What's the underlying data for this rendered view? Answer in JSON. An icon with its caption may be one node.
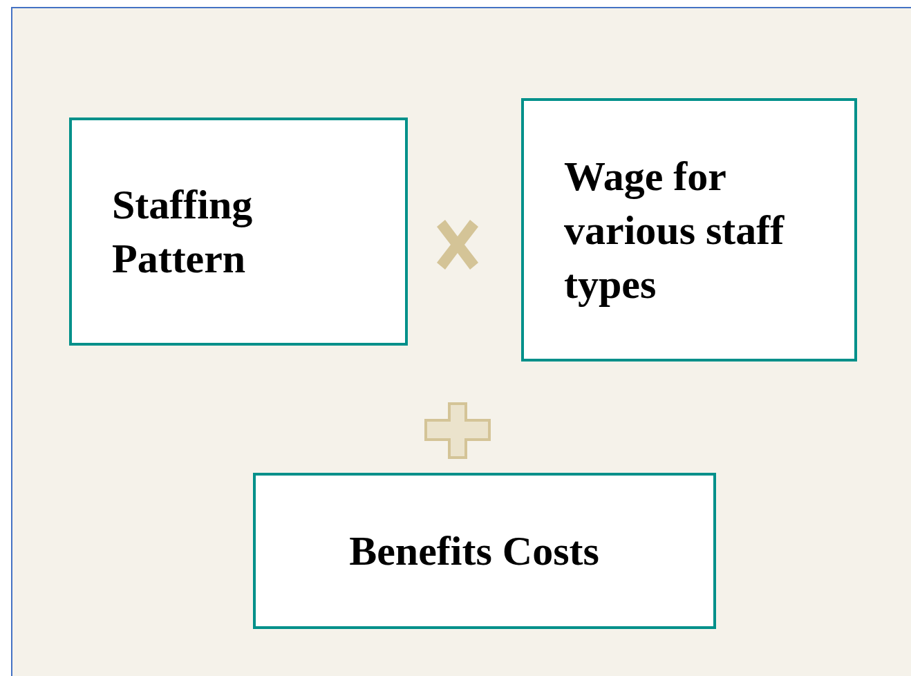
{
  "diagram": {
    "nodes": [
      {
        "text": [
          "Staffing Pattern"
        ]
      },
      {
        "text": [
          "Wage for various staff types"
        ]
      },
      {
        "text": [
          "Benefits Costs"
        ]
      }
    ]
  }
}
